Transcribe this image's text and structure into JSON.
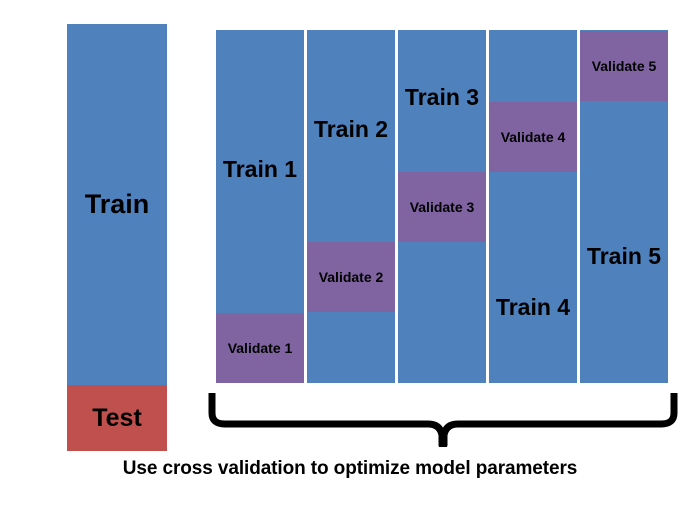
{
  "figure": {
    "title": "Train/Test split and 5-fold cross validation diagram",
    "background_color": "#FFFFFF",
    "colors": {
      "train_blue": "#4F81BD",
      "validate_purple": "#8064A2",
      "test_red": "#C0504D",
      "text_black": "#000000",
      "brace_black": "#000000"
    }
  },
  "holdout": {
    "train_label": "Train",
    "test_label": "Test",
    "train_fraction": 0.846,
    "test_fraction": 0.154
  },
  "cross_validation": {
    "n_folds": 5,
    "folds": [
      {
        "train_label": "Train 1",
        "validate_label": "Validate 1",
        "validate_position_index": 5
      },
      {
        "train_label": "Train 2",
        "validate_label": "Validate 2",
        "validate_position_index": 4
      },
      {
        "train_label": "Train 3",
        "validate_label": "Validate 3",
        "validate_position_index": 3
      },
      {
        "train_label": "Train 4",
        "validate_label": "Validate 4",
        "validate_position_index": 2
      },
      {
        "train_label": "Train 5",
        "validate_label": "Validate 5",
        "validate_position_index": 1
      }
    ]
  },
  "brace": {
    "orientation": "down",
    "spans": "cross_validation_columns"
  },
  "caption": {
    "text": "Use cross validation to optimize model parameters"
  }
}
